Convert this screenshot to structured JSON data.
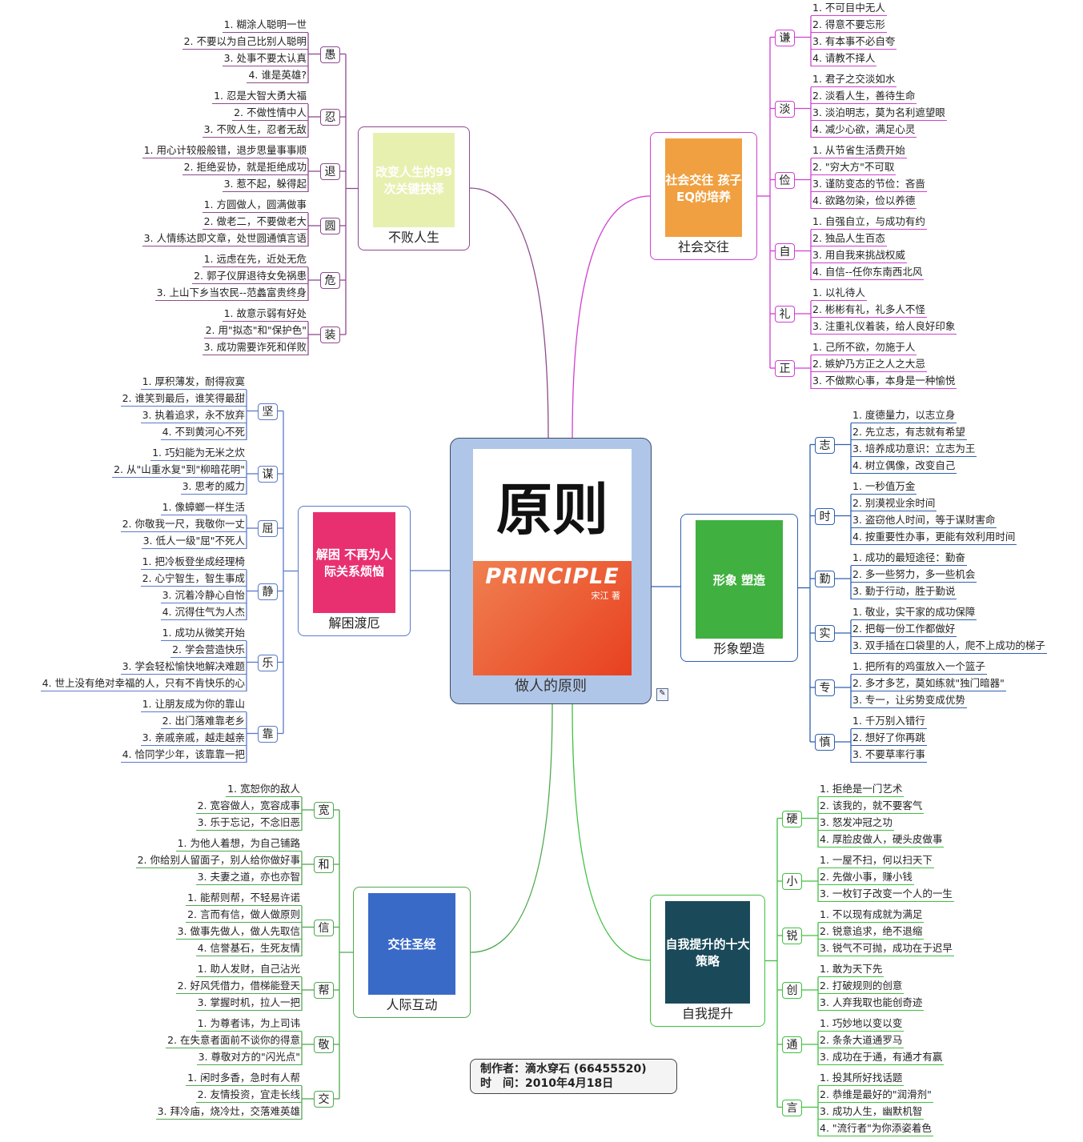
{
  "center": {
    "label": "做人的原则",
    "cover_title": "原则",
    "cover_subtitle": "PRINCIPLE",
    "cover_author": "宋江 著",
    "color": "#b0c6e8"
  },
  "credit": {
    "author_line": "制作者：滴水穿石 (66455520)",
    "date_line": "时　间：2010年4月18日"
  },
  "note_icon": "note-icon",
  "branches": [
    {
      "id": "bubai",
      "label": "不败人生",
      "side": "left",
      "color": "#8e4a8e",
      "cover_text": "改变人生的99次关键抉择",
      "cover_bg": "#e8f0b0",
      "groups": [
        {
          "char": "愚",
          "items": [
            "1. 糊涂人聪明一世",
            "2. 不要以为自己比别人聪明",
            "3. 处事不要太认真",
            "4. 谁是英雄?"
          ]
        },
        {
          "char": "忍",
          "items": [
            "1. 忍是大智大勇大福",
            "2. 不做性情中人",
            "3. 不败人生，忍者无敌"
          ]
        },
        {
          "char": "退",
          "items": [
            "1. 用心计较般般错，退步思量事事顺",
            "2. 拒绝妥协，就是拒绝成功",
            "3. 惹不起，躲得起"
          ]
        },
        {
          "char": "圆",
          "items": [
            "1. 方圆做人，圆满做事",
            "2. 做老二，不要做老大",
            "3. 人情练达即文章，处世圆通慎言语"
          ]
        },
        {
          "char": "危",
          "items": [
            "1. 远虑在先，近处无危",
            "2. 郭子仪屏退待女免祸患",
            "3. 上山下乡当农民--范蠡富贵终身"
          ]
        },
        {
          "char": "装",
          "items": [
            "1. 故意示弱有好处",
            "2. 用\"拟态\"和\"保护色\"",
            "3. 成功需要诈死和佯败"
          ]
        }
      ]
    },
    {
      "id": "shejiao",
      "label": "社会交往",
      "side": "right",
      "color": "#d040d0",
      "cover_text": "社会交往 孩子EQ的培养",
      "cover_bg": "#f0a040",
      "groups": [
        {
          "char": "谦",
          "items": [
            "1. 不可目中无人",
            "2. 得意不要忘形",
            "3. 有本事不必自夸",
            "4. 请教不择人"
          ]
        },
        {
          "char": "淡",
          "items": [
            "1. 君子之交淡如水",
            "2. 淡看人生，善待生命",
            "3. 淡泊明志，莫为名利遮望眼",
            "4. 减少心欲，满足心灵"
          ]
        },
        {
          "char": "俭",
          "items": [
            "1. 从节省生活费开始",
            "2. \"穷大方\"不可取",
            "3. 谨防变态的节俭：吝啬",
            "4. 欲路勿染，俭以养德"
          ]
        },
        {
          "char": "自",
          "items": [
            "1. 自强自立，与成功有约",
            "2. 独品人生百态",
            "3. 用自我来挑战权威",
            "4. 自信--任你东南西北风"
          ]
        },
        {
          "char": "礼",
          "items": [
            "1. 以礼待人",
            "2. 彬彬有礼，礼多人不怪",
            "3. 注重礼仪着装，给人良好印象"
          ]
        },
        {
          "char": "正",
          "items": [
            "1. 己所不欲，勿施于人",
            "2. 嫉妒乃方正之人之大忌",
            "3. 不做欺心事，本身是一种愉悦"
          ]
        }
      ]
    },
    {
      "id": "jiekun",
      "label": "解困渡厄",
      "side": "left",
      "color": "#5a7ac8",
      "cover_text": "解困 不再为人际关系烦恼",
      "cover_bg": "#e83070",
      "groups": [
        {
          "char": "坚",
          "items": [
            "1. 厚积薄发，耐得寂寞",
            "2. 谁笑到最后，谁笑得最甜",
            "3. 执着追求，永不放弃",
            "4. 不到黄河心不死"
          ]
        },
        {
          "char": "谋",
          "items": [
            "1. 巧妇能为无米之炊",
            "2. 从\"山重水复\"到\"柳暗花明\"",
            "3. 思考的威力"
          ]
        },
        {
          "char": "屈",
          "items": [
            "1. 像蟑螂一样生活",
            "2. 你敬我一尺，我敬你一丈",
            "3. 低人一级\"屈\"不死人"
          ]
        },
        {
          "char": "静",
          "items": [
            "1. 把冷板登坐成经理椅",
            "2. 心宁智生，智生事成",
            "3. 沉着冷静心自怡",
            "4. 沉得住气为人杰"
          ]
        },
        {
          "char": "乐",
          "items": [
            "1. 成功从微笑开始",
            "2. 学会营造快乐",
            "3. 学会轻松愉快地解决难题",
            "4. 世上没有绝对幸福的人，只有不肯快乐的心"
          ]
        },
        {
          "char": "靠",
          "items": [
            "1. 让朋友成为你的靠山",
            "2. 出门落难靠老乡",
            "3. 亲戚亲戚，越走越亲",
            "4. 恰同学少年，该靠靠一把"
          ]
        }
      ]
    },
    {
      "id": "xingxiang",
      "label": "形象塑造",
      "side": "right",
      "color": "#3060b0",
      "cover_text": "形象 塑造",
      "cover_bg": "#40b040",
      "groups": [
        {
          "char": "志",
          "items": [
            "1. 度德量力，以志立身",
            "2. 先立志，有志就有希望",
            "3. 培养成功意识：立志为王",
            "4. 树立偶像，改变自己"
          ]
        },
        {
          "char": "时",
          "items": [
            "1. 一秒值万金",
            "2. 别漠视业余时间",
            "3. 盗窃他人时间，等于谋财害命",
            "4. 按重要性办事，更能有效利用时间"
          ]
        },
        {
          "char": "勤",
          "items": [
            "1. 成功的最短途径：勤奋",
            "2. 多一些努力，多一些机会",
            "3. 勤于行动，胜于勤说"
          ]
        },
        {
          "char": "实",
          "items": [
            "1. 敬业，实干家的成功保障",
            "2. 把每一份工作都做好",
            "3. 双手插在口袋里的人，爬不上成功的梯子"
          ]
        },
        {
          "char": "专",
          "items": [
            "1. 把所有的鸡蛋放入一个篮子",
            "2. 多才多艺，莫如练就\"独门暗器\"",
            "3. 专一，让劣势变成优势"
          ]
        },
        {
          "char": "慎",
          "items": [
            "1. 千万别入错行",
            "2. 想好了你再跳",
            "3. 不要草率行事"
          ]
        }
      ]
    },
    {
      "id": "renji",
      "label": "人际互动",
      "side": "left",
      "color": "#50a850",
      "cover_text": "交往圣经",
      "cover_bg": "#3a6ac8",
      "groups": [
        {
          "char": "宽",
          "items": [
            "1. 宽恕你的敌人",
            "2. 宽容做人，宽容成事",
            "3. 乐于忘记，不念旧恶"
          ]
        },
        {
          "char": "和",
          "items": [
            "1. 为他人着想，为自己铺路",
            "2. 你给别人留面子，别人给你做好事",
            "3. 夫妻之道，亦也亦智"
          ]
        },
        {
          "char": "信",
          "items": [
            "1. 能帮则帮，不轻易许诺",
            "2. 言而有信，做人做原则",
            "3. 做事先做人，做人先取信",
            "4. 信誉基石，生死友情"
          ]
        },
        {
          "char": "帮",
          "items": [
            "1. 助人发财，自己沾光",
            "2. 好风凭借力，借梯能登天",
            "3. 掌握时机，拉人一把"
          ]
        },
        {
          "char": "敬",
          "items": [
            "1. 为尊者讳，为上司讳",
            "2. 在失意者面前不谈你的得意",
            "3. 尊敬对方的\"闪光点\""
          ]
        },
        {
          "char": "交",
          "items": [
            "1. 闲时多香，急时有人帮",
            "2. 友情投资，宜走长线",
            "3. 拜冷庙，烧冷灶，交落难英雄"
          ]
        }
      ]
    },
    {
      "id": "ziwo",
      "label": "自我提升",
      "side": "right",
      "color": "#40c040",
      "cover_text": "自我提升的十大策略",
      "cover_bg": "#1a4a5a",
      "groups": [
        {
          "char": "硬",
          "items": [
            "1. 拒绝是一门艺术",
            "2. 该我的，就不要客气",
            "3. 怒发冲冠之功",
            "4. 厚脸皮做人，硬头皮做事"
          ]
        },
        {
          "char": "小",
          "items": [
            "1. 一屋不扫，何以扫天下",
            "2. 先做小事，赚小钱",
            "3. 一枚钉子改变一个人的一生"
          ]
        },
        {
          "char": "锐",
          "items": [
            "1. 不以现有成就为满足",
            "2. 锐意追求，绝不退缩",
            "3. 锐气不可抛，成功在于迟早"
          ]
        },
        {
          "char": "创",
          "items": [
            "1. 敢为天下先",
            "2. 打破规则的创意",
            "3. 人弃我取也能创奇迹"
          ]
        },
        {
          "char": "通",
          "items": [
            "1. 巧妙地以变以变",
            "2. 条条大道通罗马",
            "3. 成功在于通，有通才有赢"
          ]
        },
        {
          "char": "言",
          "items": [
            "1. 投其所好找话题",
            "2. 恭维是最好的\"润滑剂\"",
            "3. 成功人生，幽默机智",
            "4. \"流行者\"为你添姿着色"
          ]
        }
      ]
    }
  ]
}
